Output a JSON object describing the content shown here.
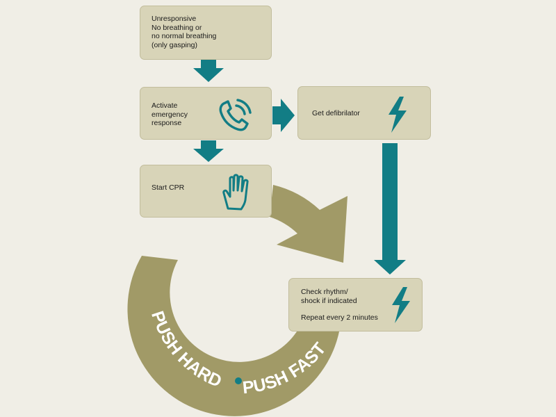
{
  "diagram": {
    "steps": [
      {
        "id": "unresponsive",
        "lines": [
          "Unresponsive",
          "No breathing or",
          "no normal breathing",
          "(only gasping)"
        ]
      },
      {
        "id": "activate",
        "lines": [
          "Activate",
          "emergency",
          "response"
        ],
        "icon": "phone-icon"
      },
      {
        "id": "defibrillator",
        "lines": [
          "Get defibrilator"
        ],
        "icon": "lightning-bolt-icon"
      },
      {
        "id": "cpr",
        "lines": [
          "Start CPR"
        ],
        "icon": "hand-icon"
      },
      {
        "id": "rhythm",
        "lines": [
          "Check rhythm/",
          "shock if indicated"
        ],
        "repeat": "Repeat every 2 minutes",
        "icon": "lightning-bolt-icon"
      }
    ],
    "cycle_text_left": "PUSH HARD",
    "cycle_text_right": "PUSH FAST",
    "colors": {
      "background": "#f0eee6",
      "box": "#d8d4b8",
      "arrow_teal": "#127d85",
      "cycle_olive": "#a19a67",
      "text": "#1a1a1a"
    }
  }
}
